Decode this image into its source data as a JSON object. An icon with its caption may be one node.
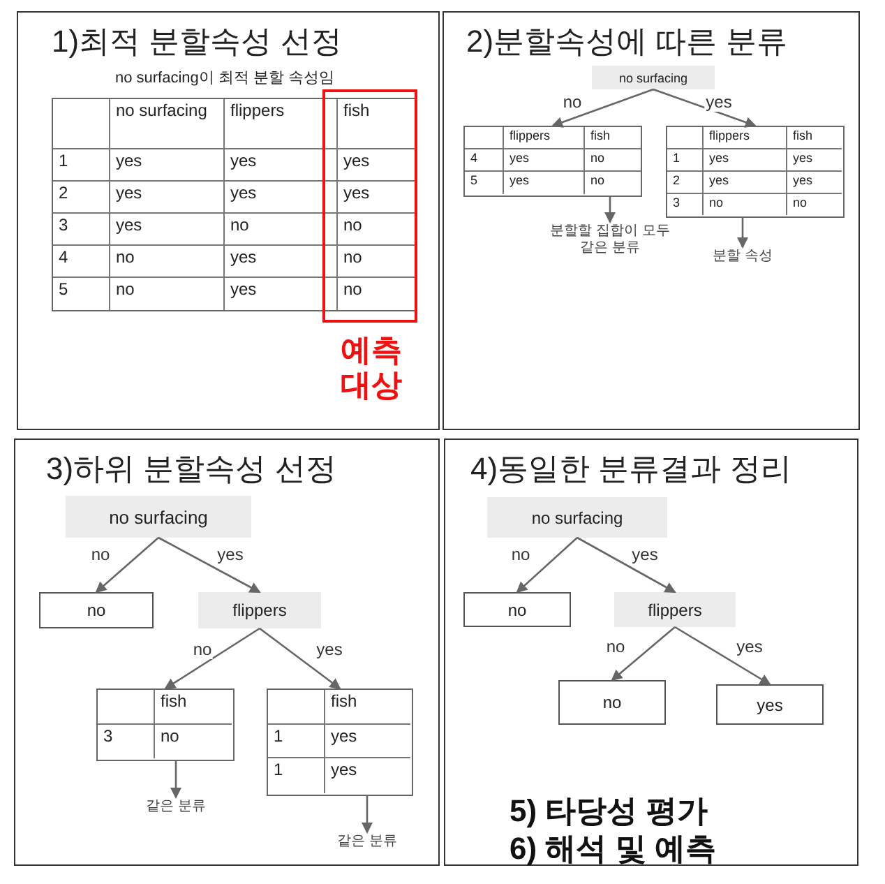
{
  "diagram": {
    "nodes": [
      {
        "text": [
          "1)최적 분할속성 선정",
          "no surfacing이 최적 분할 속성임"
        ]
      },
      {
        "text": [
          "no surfacing",
          "flippers",
          "fish",
          "1",
          "yes",
          "yes",
          "yes",
          "2",
          "yes",
          "yes",
          "yes",
          "3",
          "yes",
          "no",
          "no",
          "4",
          "no",
          "yes",
          "no",
          "5",
          "no",
          "yes",
          "no"
        ],
        "in": 0
      },
      {
        "text": [
          "2)분할속성에 따른 분류"
        ]
      },
      {
        "text": [
          "no surfacing"
        ],
        "in": 2
      },
      {
        "text": [
          "flippers",
          "fish",
          "4",
          "yes",
          "no",
          "5",
          "yes",
          "no"
        ],
        "in": 2
      },
      {
        "text": [
          "flippers",
          "fish",
          "1",
          "yes",
          "yes",
          "2",
          "yes",
          "yes",
          "3",
          "no",
          "no"
        ],
        "in": 2
      },
      {
        "text": [
          "분할할 집합이 모두 같은 분류"
        ],
        "in": 2
      },
      {
        "text": [
          "분할 속성"
        ],
        "in": 2
      },
      {
        "text": [
          "3)하위 분할속성 선정"
        ]
      },
      {
        "text": [
          "no surfacing"
        ],
        "in": 8
      },
      {
        "text": [
          "no"
        ],
        "in": 8
      },
      {
        "text": [
          "flippers"
        ],
        "in": 8
      },
      {
        "text": [
          "fish",
          "3",
          "no"
        ],
        "in": 8
      },
      {
        "text": [
          "fish",
          "1",
          "yes",
          "1",
          "yes"
        ],
        "in": 8
      },
      {
        "text": [
          "같은 분류"
        ],
        "in": 8
      },
      {
        "text": [
          "같은 분류"
        ],
        "in": 8
      },
      {
        "text": [
          "4)동일한 분류결과 정리"
        ]
      },
      {
        "text": [
          "no surfacing"
        ],
        "in": 16
      },
      {
        "text": [
          "no"
        ],
        "in": 16
      },
      {
        "text": [
          "flippers"
        ],
        "in": 16
      },
      {
        "text": [
          "no"
        ],
        "in": 16
      },
      {
        "text": [
          "yes"
        ],
        "in": 16
      }
    ],
    "edges": [
      {
        "from": 3,
        "to": 4,
        "arrow": "to",
        "label": "no"
      },
      {
        "from": 3,
        "to": 5,
        "arrow": "to",
        "label": "yes"
      },
      {
        "from": 4,
        "to": 6,
        "arrow": "to"
      },
      {
        "from": 5,
        "to": 7,
        "arrow": "to"
      },
      {
        "from": 9,
        "to": 10,
        "arrow": "to",
        "label": "no"
      },
      {
        "from": 9,
        "to": 11,
        "arrow": "to",
        "label": "yes"
      },
      {
        "from": 11,
        "to": 12,
        "arrow": "to",
        "label": "no"
      },
      {
        "from": 11,
        "to": 13,
        "arrow": "to",
        "label": "yes"
      },
      {
        "from": 12,
        "to": 14,
        "arrow": "to"
      },
      {
        "from": 13,
        "to": 15,
        "arrow": "to"
      },
      {
        "from": 17,
        "to": 18,
        "arrow": "to",
        "label": "no"
      },
      {
        "from": 17,
        "to": 19,
        "arrow": "to",
        "label": "yes"
      },
      {
        "from": 19,
        "to": 20,
        "arrow": "to",
        "label": "no"
      },
      {
        "from": 19,
        "to": 21,
        "arrow": "to",
        "label": "yes"
      }
    ],
    "labels": [
      "예측 대상",
      "5) 타당성 평가",
      "6) 해석 및 예측"
    ]
  }
}
